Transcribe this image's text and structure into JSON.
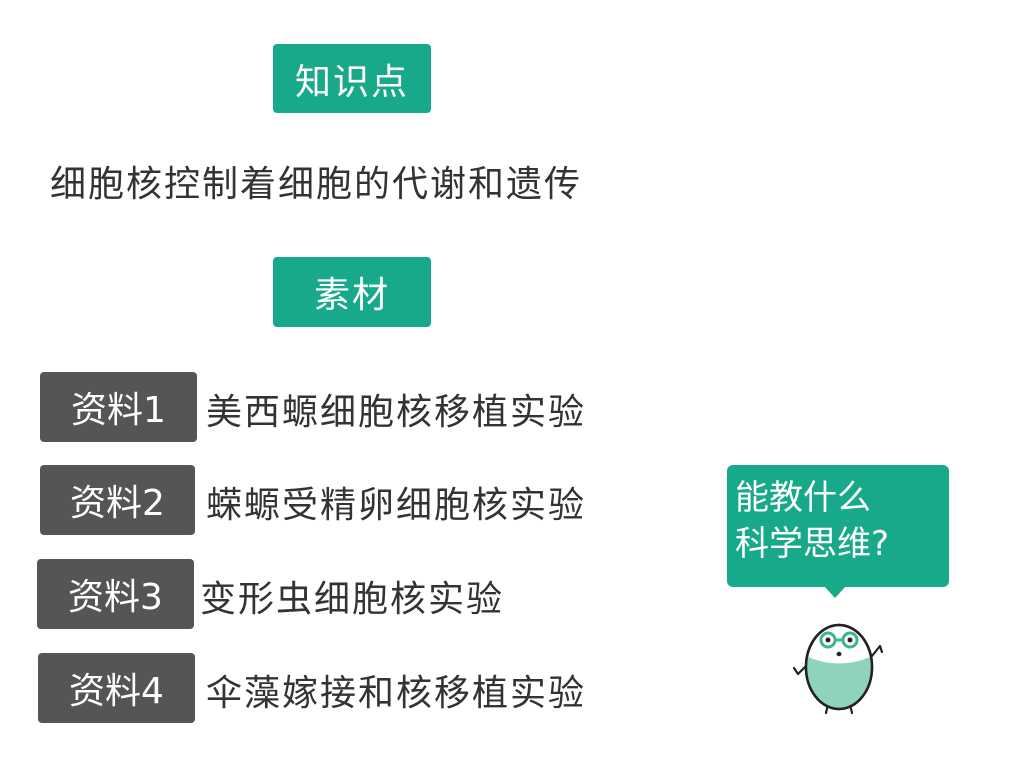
{
  "sections": {
    "knowledge_label": "知识点",
    "knowledge_text": "细胞核控制着细胞的代谢和遗传",
    "materials_label": "素材"
  },
  "materials": [
    {
      "label": "资料1",
      "text": "美西螈细胞核移植实验"
    },
    {
      "label": "资料2",
      "text": "蝾螈受精卵细胞核实验"
    },
    {
      "label": "资料3",
      "text": "变形虫细胞核实验"
    },
    {
      "label": "资料4",
      "text": "伞藻嫁接和核移植实验"
    }
  ],
  "bubble": {
    "line1": "能教什么",
    "line2": "科学思维?"
  },
  "colors": {
    "accent": "#17a98a",
    "badge_dark": "#555555",
    "text": "#333333",
    "mascot_fill": "#8fd3bd"
  }
}
